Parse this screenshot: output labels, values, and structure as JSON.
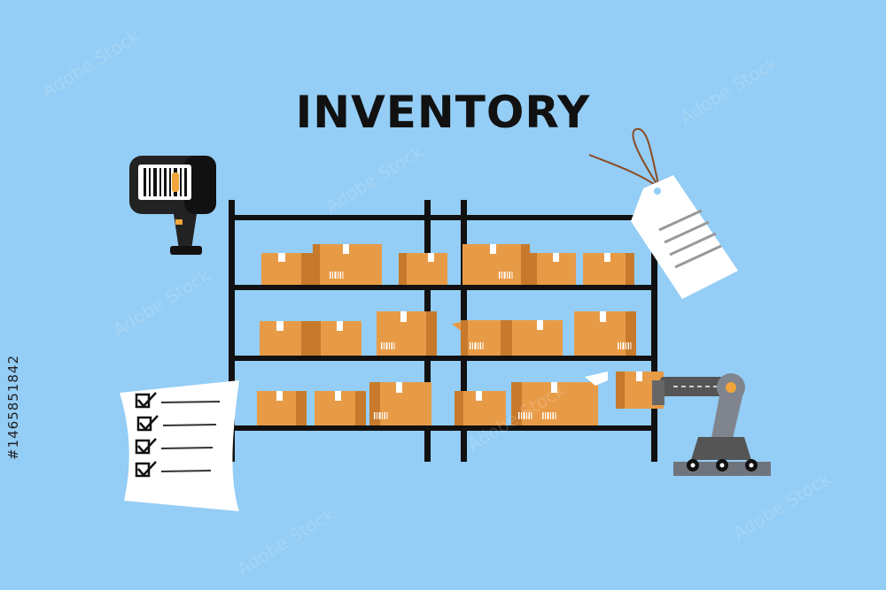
{
  "title": "INVENTORY",
  "watermark": "Adobe Stock",
  "stock_id": "#1465851842",
  "colors": {
    "background": "#94cdf5",
    "box": "#e89b47",
    "box_shade": "#c77a2c",
    "shelf": "#111111",
    "paper": "#ffffff",
    "robot": "#7f848d"
  },
  "icons": {
    "scanner": "barcode-scanner-icon",
    "tag": "price-tag-icon",
    "checklist": "checklist-icon",
    "robot": "robotic-arm-icon"
  }
}
